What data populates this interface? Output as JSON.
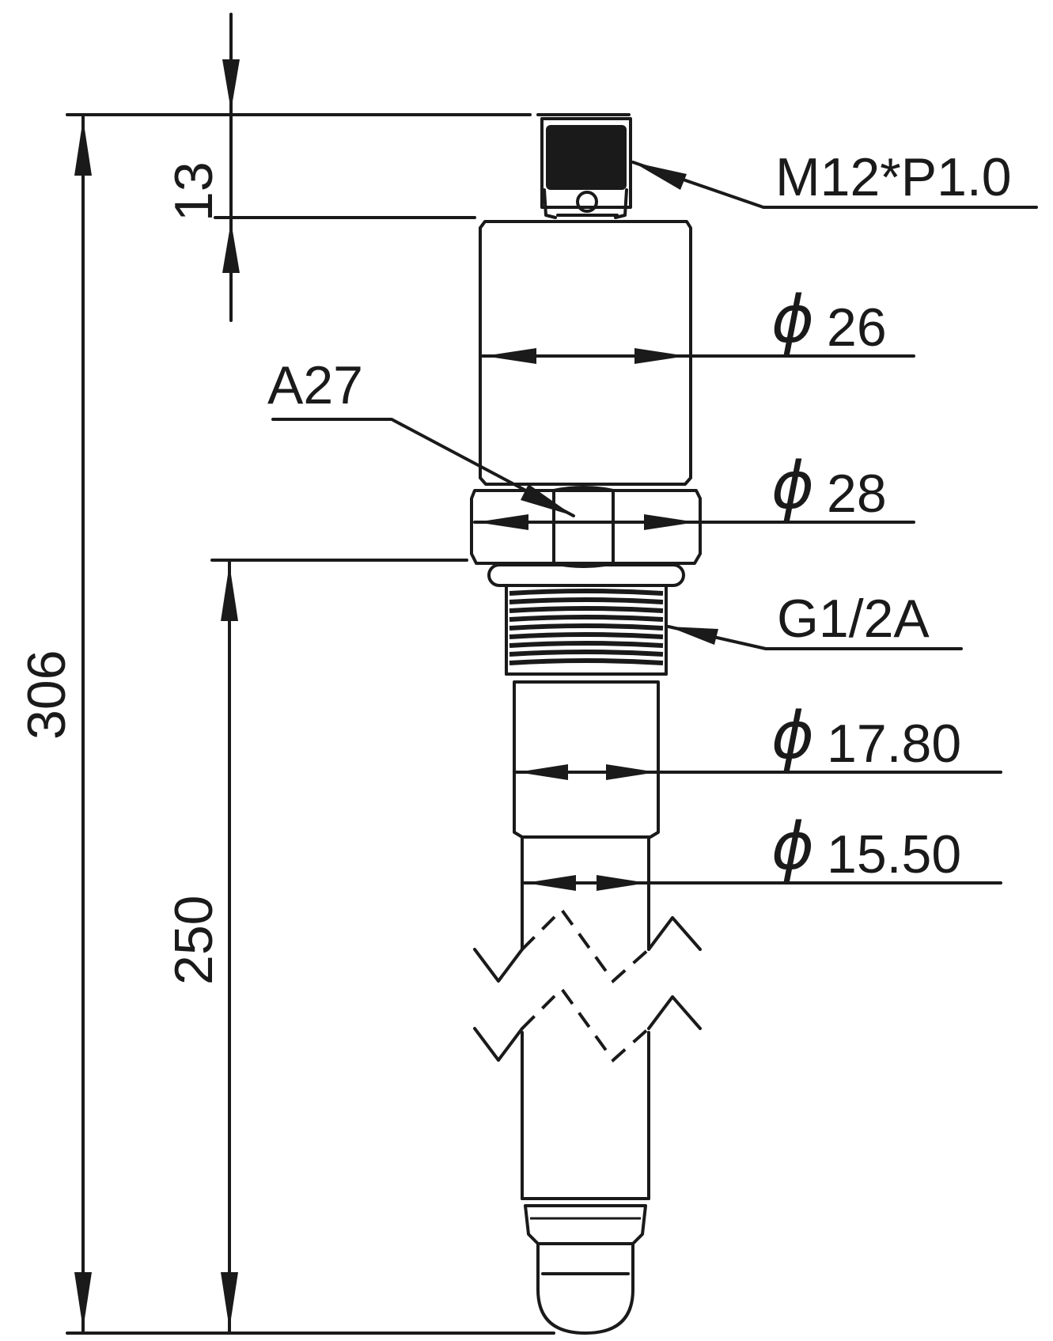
{
  "labels": {
    "connector": "M12*P1.0",
    "dia_head": "26",
    "hex_size": "A27",
    "dia_hex": "28",
    "thread": "G1/2A",
    "dia_shaft": "17.80",
    "dia_probe": "15.50",
    "dim_overall": "306",
    "dim_connector": "13",
    "dim_insertion": "250"
  },
  "symbols": {
    "diameter": "ϕ"
  }
}
